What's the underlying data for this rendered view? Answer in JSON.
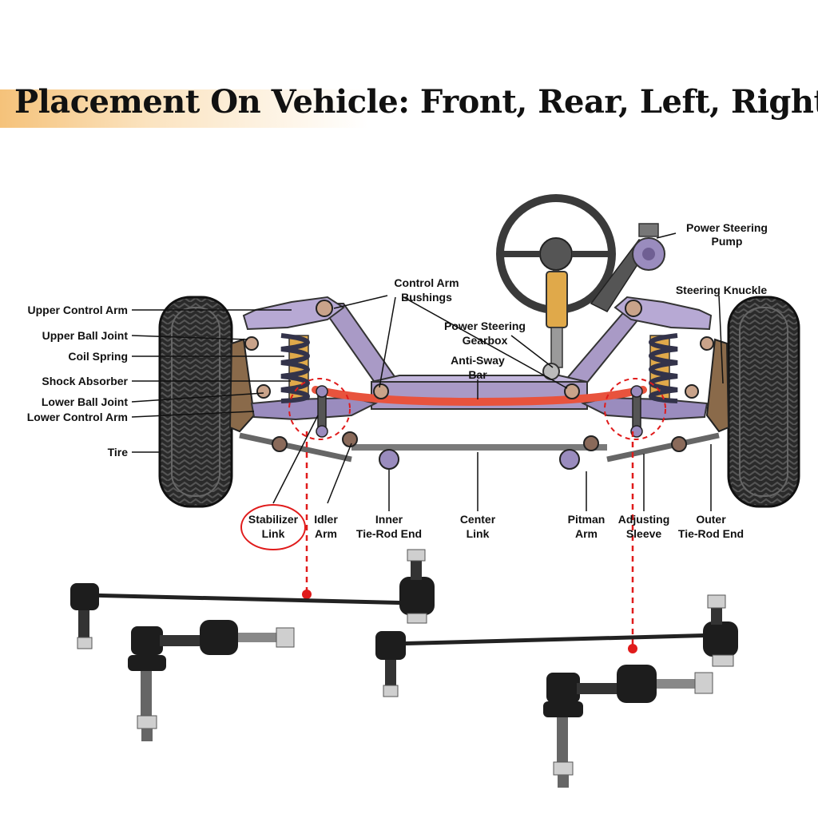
{
  "title": "Placement On Vehicle: Front, Rear, Left, Right",
  "labels": {
    "power_steering_pump": [
      "Power Steering",
      "Pump"
    ],
    "steering_knuckle": "Steering Knuckle",
    "control_arm_bushings": [
      "Control Arm",
      "Bushings"
    ],
    "upper_control_arm": "Upper Control Arm",
    "upper_ball_joint": "Upper Ball Joint",
    "coil_spring": "Coil Spring",
    "power_steering_gearbox": [
      "Power Steering",
      "Gearbox"
    ],
    "anti_sway_bar": [
      "Anti-Sway",
      "Bar"
    ],
    "shock_absorber": "Shock Absorber",
    "lower_ball_joint": "Lower Ball Joint",
    "lower_control_arm": "Lower Control Arm",
    "tire": "Tire",
    "stabilizer_link": [
      "Stabilizer",
      "Link"
    ],
    "idler_arm": [
      "Idler",
      "Arm"
    ],
    "inner_tie_rod_end": [
      "Inner",
      "Tie-Rod End"
    ],
    "center_link": [
      "Center",
      "Link"
    ],
    "pitman_arm": [
      "Pitman",
      "Arm"
    ],
    "adjusting_sleeve": [
      "Adjusting",
      "Sleeve"
    ],
    "outer_tie_rod_end": [
      "Outer",
      "Tie-Rod End"
    ]
  },
  "colors": {
    "frame": "#a99ac6",
    "frame_dark": "#6f5f93",
    "sway_bar": "#e8533d",
    "highlight": "#e01b1b",
    "column": "#e0a94a",
    "tire": "#2a2a2a",
    "title_band": "#f5c27a"
  }
}
